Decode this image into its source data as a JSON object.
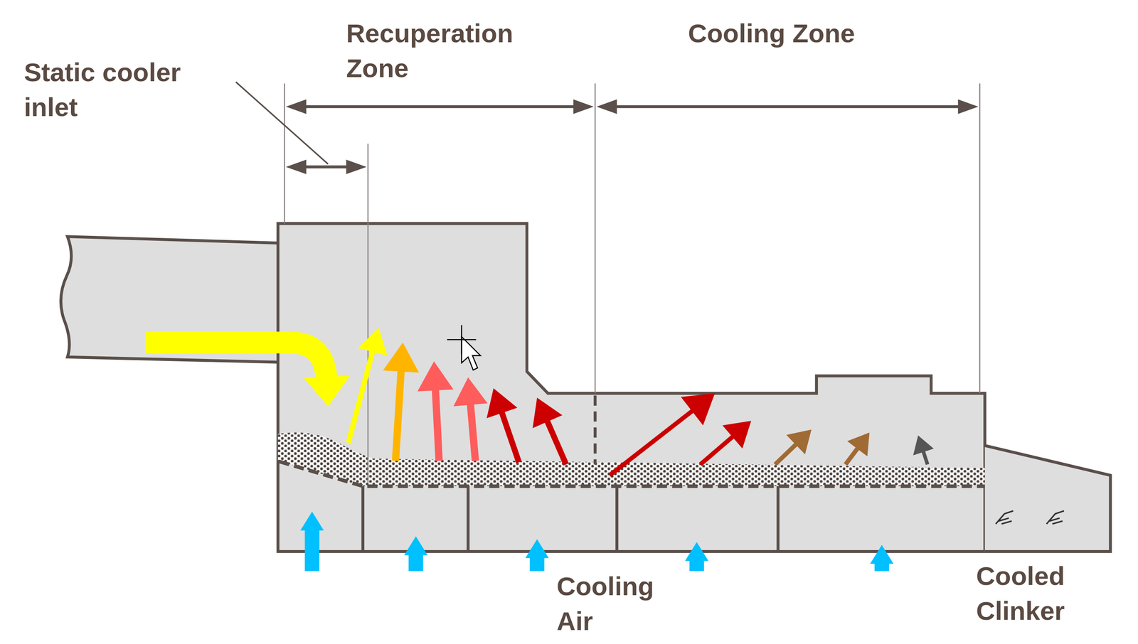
{
  "diagram": {
    "labels": [
      "Recuperation Zone",
      "Cooling Zone",
      "Static cooler inlet",
      "Cooling Air",
      "Cooled Clinker"
    ]
  }
}
